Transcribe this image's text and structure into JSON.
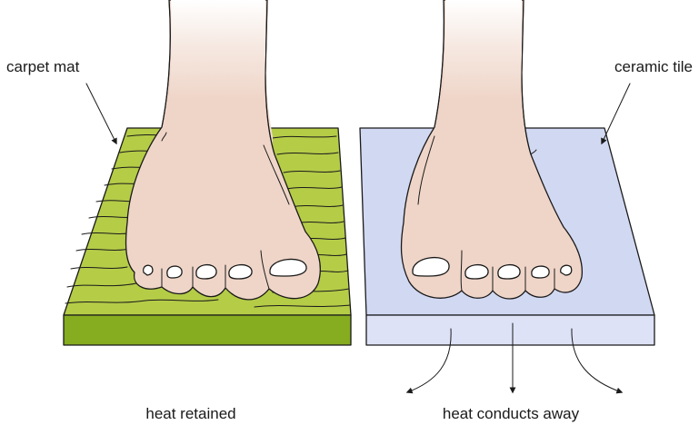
{
  "labels": {
    "left_material": "carpet mat",
    "right_material": "ceramic tile",
    "left_caption": "heat retained",
    "right_caption": "heat conducts away"
  },
  "colors": {
    "carpet_top": "#b5cc47",
    "carpet_side": "#86ac20",
    "tile_top": "#d1d8f2",
    "tile_side": "#dde2f7",
    "skin": "#f0d8cc",
    "nail": "#ffffff",
    "outline": "#1a1a1a"
  },
  "icons": {
    "left_foot": "foot-icon",
    "right_foot": "foot-icon",
    "heat_arrows": "arrow-icon"
  }
}
